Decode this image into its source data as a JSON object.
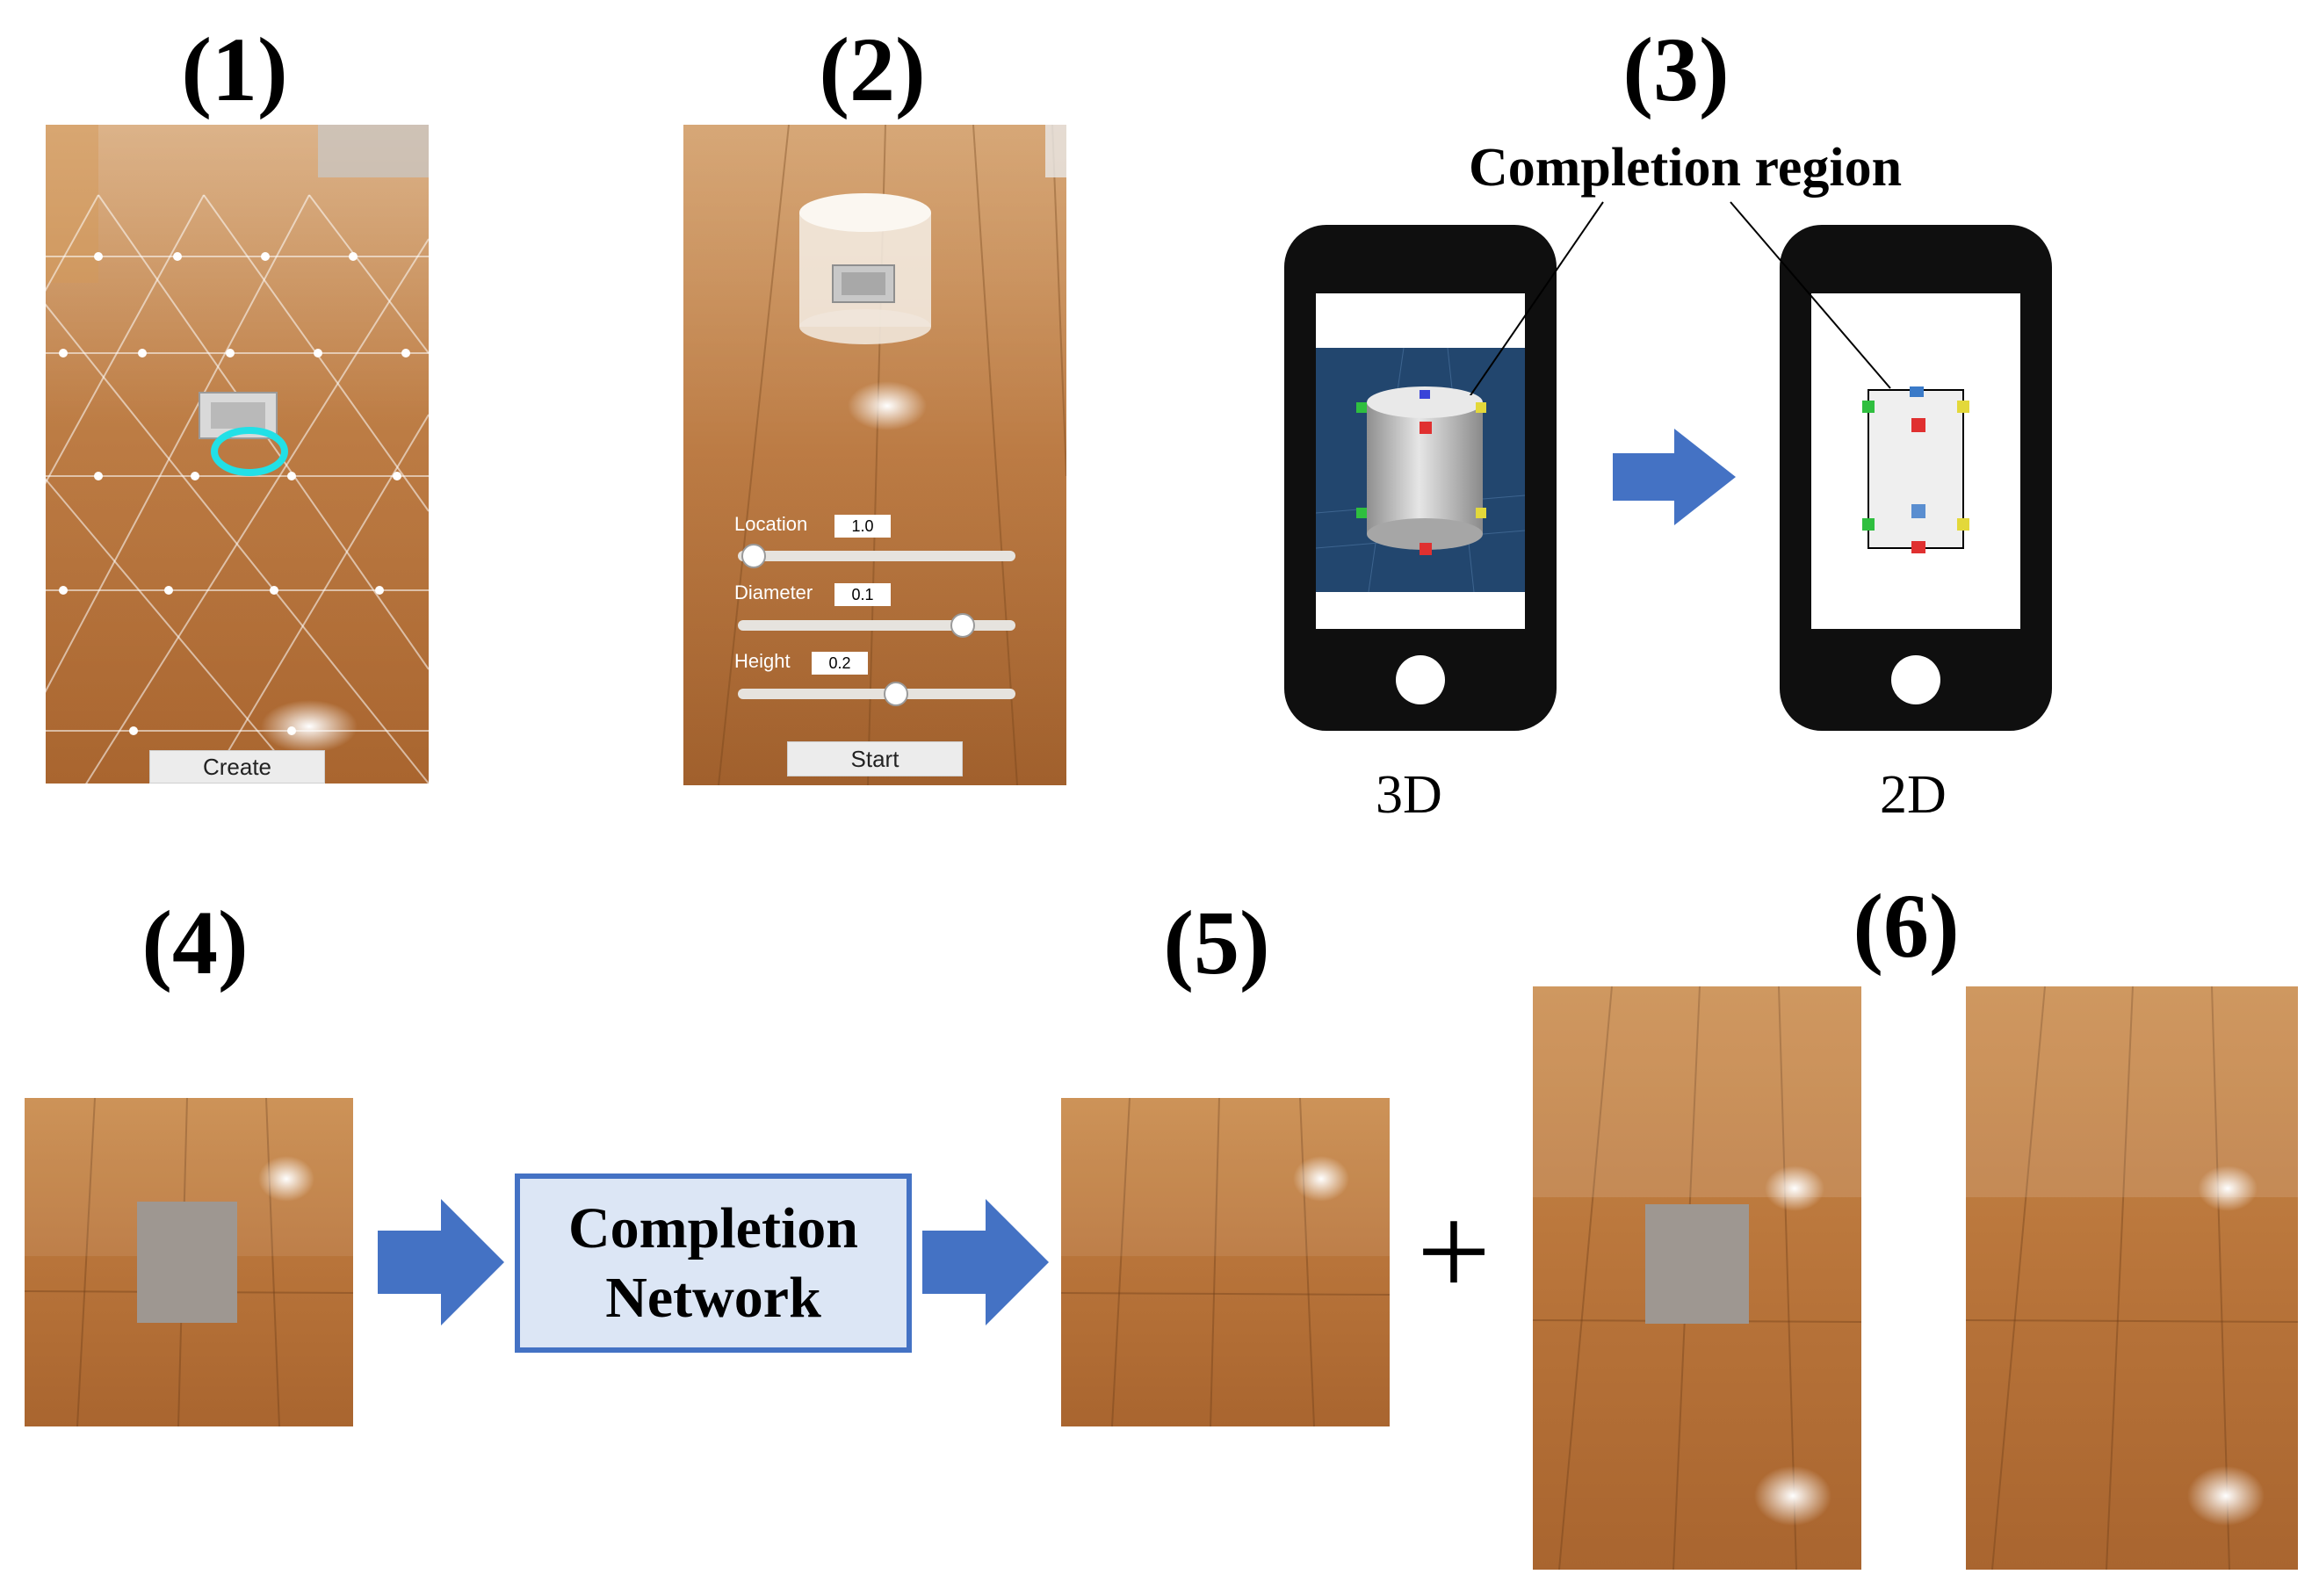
{
  "steps": {
    "s1": "(1)",
    "s2": "(2)",
    "s3": "(3)",
    "s4": "(4)",
    "s5": "(5)",
    "s6": "(6)"
  },
  "screen1": {
    "button": "Create"
  },
  "screen2": {
    "sliders": [
      {
        "label": "Location",
        "value": "1.0"
      },
      {
        "label": "Diameter",
        "value": "0.1"
      },
      {
        "label": "Height",
        "value": "0.2"
      }
    ],
    "button": "Start"
  },
  "panel3": {
    "title": "Completion region",
    "label_3d": "3D",
    "label_2d": "2D"
  },
  "network": {
    "line1": "Completion",
    "line2": "Network"
  },
  "plus": "+",
  "colors": {
    "arrow": "#4472c4",
    "network_fill": "#dce6f5",
    "network_border": "#4472c4",
    "wood": "#b8743a",
    "scene_blue": "#22466e"
  }
}
